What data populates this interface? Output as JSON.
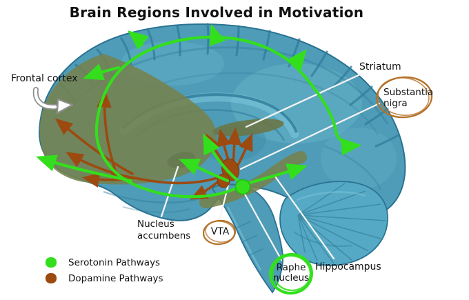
{
  "title": "Brain Regions Involved in Motivation",
  "region_labels": {
    "frontal_cortex": "Frontal cortex",
    "striatum": "Striatum",
    "substantia_nigra": "Substantia\nnigra",
    "nucleus_accumbens": "Nucleus\naccumbens",
    "vta": "VTA",
    "raphe_nucleus": "Raphe\nnucleus",
    "hippocampus": "Hippocampus"
  },
  "legend": {
    "items": [
      {
        "label": "Serotonin Pathways",
        "color": "#33df1c"
      },
      {
        "label": "Dopamine Pathways",
        "color": "#9c4a10"
      }
    ]
  },
  "icons": {
    "frontal_cortex_pointer": "curved-arrow-icon"
  },
  "colors": {
    "brain_fill": "#4e9cb8",
    "brain_outline": "#2a7292",
    "region_overlay_olive": "#75824d",
    "serotonin_green": "#33df1c",
    "dopamine_brown": "#9c4a10",
    "annotation_circle_brown": "#b5722a",
    "annotation_circle_green": "#33df1c",
    "leader_line": "#f4f4f4"
  }
}
